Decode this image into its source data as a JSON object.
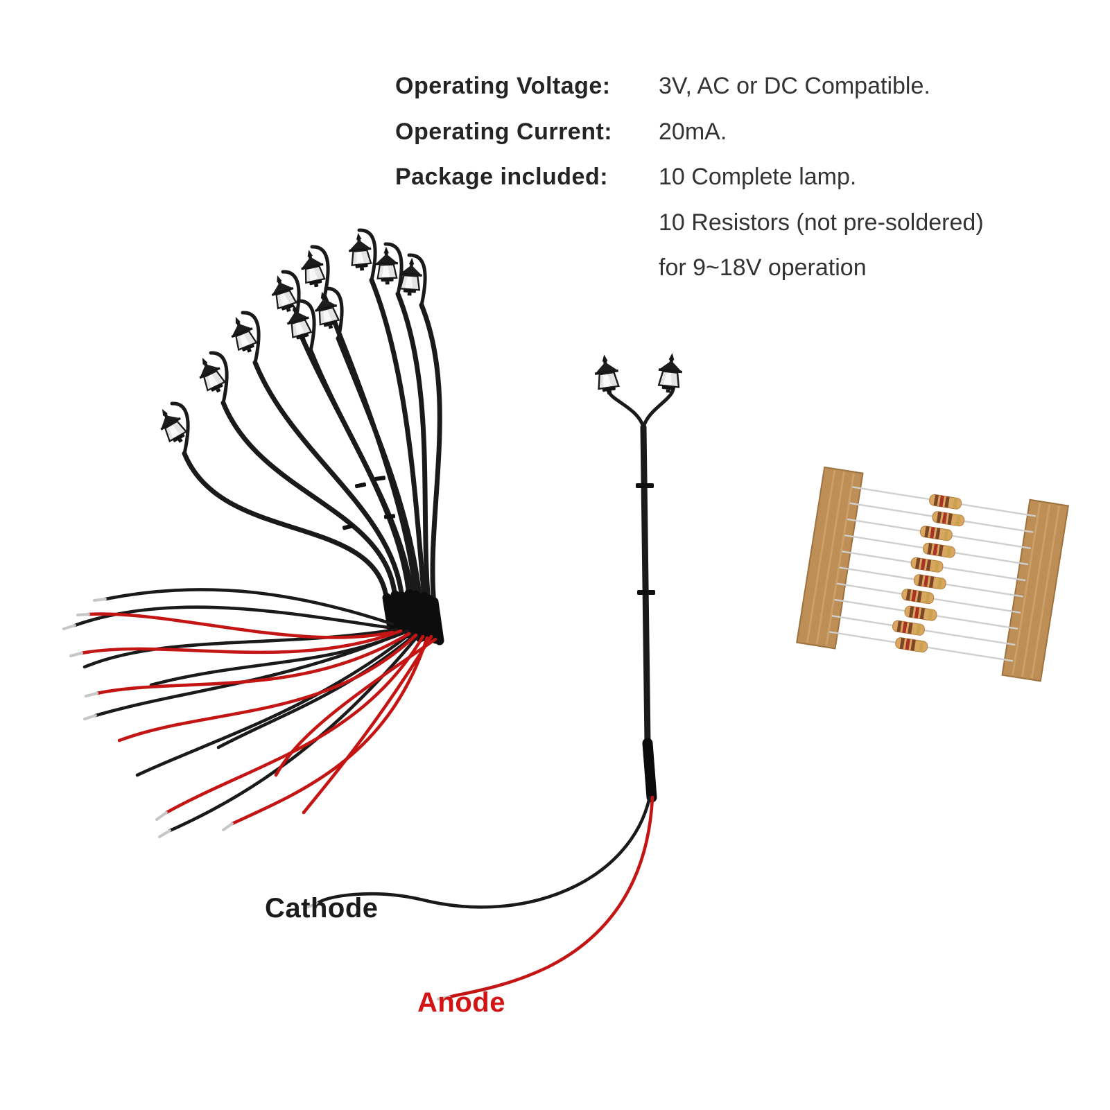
{
  "specs": {
    "lines": [
      {
        "label": "Operating Voltage:",
        "value": "3V, AC or DC Compatible."
      },
      {
        "label": "Operating Current:",
        "value": "20mA."
      },
      {
        "label": "Package included:",
        "value": "10 Complete lamp."
      },
      {
        "label": "",
        "value": "10 Resistors (not pre-soldered)"
      },
      {
        "label": "",
        "value": "for 9~18V operation"
      }
    ]
  },
  "annotations": {
    "cathode": "Cathode",
    "anode": "Anode"
  },
  "scene": {
    "lamp_count": 10,
    "resistor_count": 10,
    "items": [
      "lamp-post-bundle",
      "double-head-lamp-post",
      "resistor-strip"
    ]
  },
  "colors": {
    "wire_red": "#c41515",
    "wire_black": "#1a1a1a",
    "anode_label": "#d31414",
    "tape_brown": "#bd8e55",
    "resistor_body": "#d9a75f"
  }
}
